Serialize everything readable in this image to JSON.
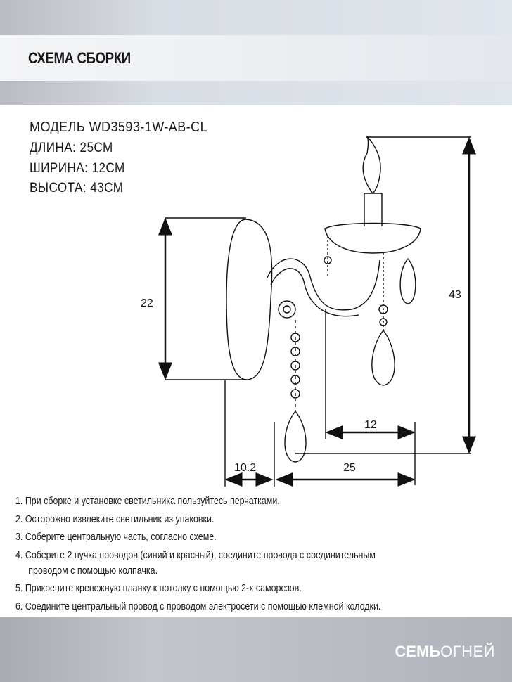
{
  "header": {
    "title": "СХЕМА СБОРКИ"
  },
  "specs": {
    "model": "МОДЕЛЬ WD3593-1W-AB-CL",
    "length": "ДЛИНА: 25СМ",
    "width": "ШИРИНА: 12СМ",
    "height": "ВЫСОТА: 43СМ"
  },
  "dimensions": {
    "backplate": "22",
    "total_height": "43",
    "width": "12",
    "depth": "10.2",
    "length": "25"
  },
  "steps": [
    "1. При сборке и установке светильника пользуйтесь перчатками.",
    "2. Осторожно извлеките светильник из упаковки.",
    "3. Соберите центральную часть, согласно схеме.",
    "4. Соберите 2 пучка проводов (синий и красный), соедините провода с соединительным",
    "проводом с помощью колпачка.",
    "5. Прикрепите крепежную планку к потолку с помощью 2-х саморезов.",
    "6. Соедините центральный провод с проводом электросети с помощью клемной колодки."
  ],
  "footer": {
    "brand_bold": "СЕМЬ",
    "brand_light": "ОГНЕЙ"
  }
}
